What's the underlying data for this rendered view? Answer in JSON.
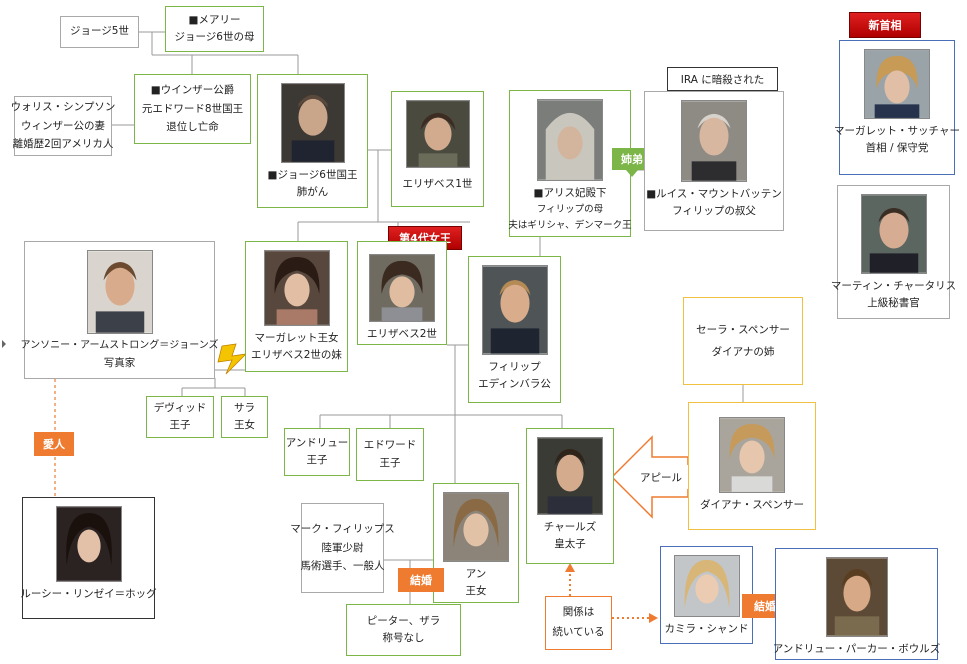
{
  "nodes": {
    "george5": {
      "lines": [
        "ジョージ5世"
      ]
    },
    "mary": {
      "lines": [
        "■メアリー",
        "ジョージ6世の母"
      ]
    },
    "windsor": {
      "lines": [
        "■ウインザー公爵",
        "元エドワード8世国王",
        "退位し亡命"
      ]
    },
    "wallis": {
      "lines": [
        "ウォリス・シンプソン",
        "ウィンザー公の妻",
        "離婚歴2回アメリカ人"
      ]
    },
    "george6": {
      "lines": [
        "■ジョージ6世国王",
        "肺がん"
      ]
    },
    "elizabeth1": {
      "lines": [
        "エリザベス1世"
      ]
    },
    "alice": {
      "lines": [
        "■アリス妃殿下",
        "フィリップの母",
        "夫はギリシャ、デンマーク王"
      ]
    },
    "louis": {
      "lines": [
        "■ルイス・マウントバッテン",
        "フィリップの叔父"
      ]
    },
    "thatcher": {
      "lines": [
        "マーガレット・サッチャー",
        "首相 / 保守党"
      ]
    },
    "charteris": {
      "lines": [
        "マーティン・チャータリス",
        "上級秘書官"
      ]
    },
    "armstrong": {
      "lines": [
        "アンソニー・アームストロング＝ジョーンズ",
        "写真家"
      ]
    },
    "margaret": {
      "lines": [
        "マーガレット王女",
        "エリザベス2世の妹"
      ]
    },
    "elizabeth2": {
      "lines": [
        "エリザベス2世"
      ]
    },
    "philip": {
      "lines": [
        "フィリップ",
        "エディンバラ公"
      ]
    },
    "sarah_spencer": {
      "lines": [
        "セーラ・スペンサー",
        "ダイアナの姉"
      ]
    },
    "david": {
      "lines": [
        "デヴィッド",
        "王子"
      ]
    },
    "sarah": {
      "lines": [
        "サラ",
        "王女"
      ]
    },
    "andrew": {
      "lines": [
        "アンドリュー",
        "王子"
      ]
    },
    "edward": {
      "lines": [
        "エドワード",
        "王子"
      ]
    },
    "charles": {
      "lines": [
        "チャールズ",
        "皇太子"
      ]
    },
    "diana": {
      "lines": [
        "ダイアナ・スペンサー"
      ]
    },
    "mark": {
      "lines": [
        "マーク・フィリップス",
        "陸軍少尉",
        "馬術選手、一般人"
      ]
    },
    "anne": {
      "lines": [
        "アン",
        "王女"
      ]
    },
    "lucy": {
      "lines": [
        "ルーシー・リンゼイ＝ホッグ"
      ]
    },
    "peter": {
      "lines": [
        "ピーター、ザラ",
        "称号なし"
      ]
    },
    "camilla": {
      "lines": [
        "カミラ・シャンド"
      ]
    },
    "parker": {
      "lines": [
        "アンドリュー・パーカー・ボウルズ"
      ]
    }
  },
  "tags": {
    "new_pm": "新首相",
    "fourth_queen": "第4代女王",
    "siblings": "姉弟",
    "lover": "愛人",
    "marriage_anne": "結婚",
    "marriage_camilla": "結婚",
    "assassinated": "IRA に暗殺された",
    "appeal": "アピール",
    "relation": [
      "関係は",
      "続いている"
    ]
  },
  "colors": {
    "green": "#7cb548",
    "orange": "#ee7b30",
    "red": "#cc0000",
    "blue": "#4a6fb8",
    "yellow": "#f0c040",
    "gray": "#a9a9a9"
  },
  "icons": {
    "lightning": "lightning-icon",
    "arrow": "arrow-left-icon"
  }
}
